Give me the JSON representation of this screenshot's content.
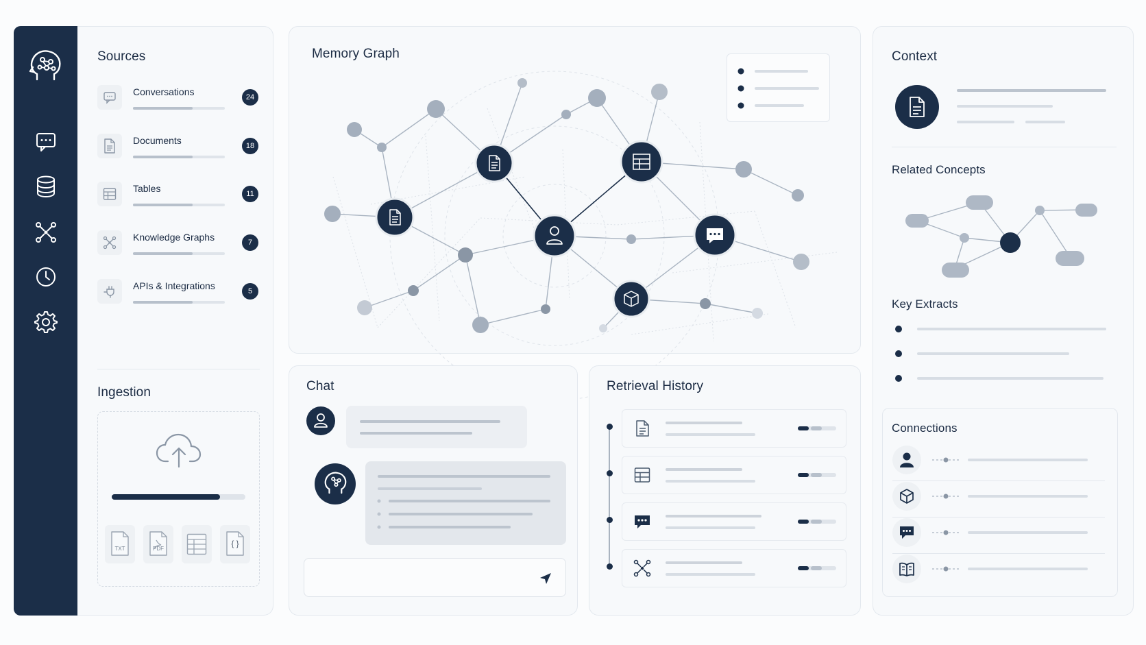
{
  "sources": {
    "title": "Sources",
    "items": [
      {
        "label": "Conversations",
        "count": "24",
        "icon": "chat-icon",
        "fill": 0.65
      },
      {
        "label": "Documents",
        "count": "18",
        "icon": "document-icon",
        "fill": 0.65
      },
      {
        "label": "Tables",
        "count": "11",
        "icon": "table-icon",
        "fill": 0.65
      },
      {
        "label": "Knowledge Graphs",
        "count": "7",
        "icon": "graph-icon",
        "fill": 0.65
      },
      {
        "label": "APIs & Integrations",
        "count": "5",
        "icon": "plug-icon",
        "fill": 0.65
      }
    ]
  },
  "ingestion": {
    "title": "Ingestion",
    "progress": 0.81,
    "file_types": [
      {
        "label": "TXT",
        "icon": "txt-file-icon"
      },
      {
        "label": "PDF",
        "icon": "pdf-file-icon"
      },
      {
        "label": "",
        "icon": "table-file-icon"
      },
      {
        "label": "{ }",
        "icon": "json-file-icon"
      }
    ]
  },
  "memory_graph": {
    "title": "Memory Graph"
  },
  "chat": {
    "title": "Chat"
  },
  "retrieval_history": {
    "title": "Retrieval History",
    "items": [
      {
        "icon": "document-icon"
      },
      {
        "icon": "table-icon"
      },
      {
        "icon": "chat-icon"
      },
      {
        "icon": "graph-icon"
      }
    ]
  },
  "context": {
    "title": "Context",
    "related_concepts_title": "Related Concepts",
    "key_extracts_title": "Key Extracts"
  },
  "connections": {
    "title": "Connections",
    "items": [
      {
        "icon": "user-icon"
      },
      {
        "icon": "cube-icon"
      },
      {
        "icon": "chat-icon"
      },
      {
        "icon": "book-icon"
      }
    ]
  },
  "colors": {
    "navy": "#1b2e48",
    "muted": "#b7c0cb",
    "light": "#d7dde4"
  },
  "nav": {
    "items": [
      {
        "icon": "brain-logo-icon"
      },
      {
        "icon": "chat-icon"
      },
      {
        "icon": "database-icon"
      },
      {
        "icon": "graph-icon"
      },
      {
        "icon": "clock-icon"
      },
      {
        "icon": "gear-icon"
      }
    ]
  }
}
